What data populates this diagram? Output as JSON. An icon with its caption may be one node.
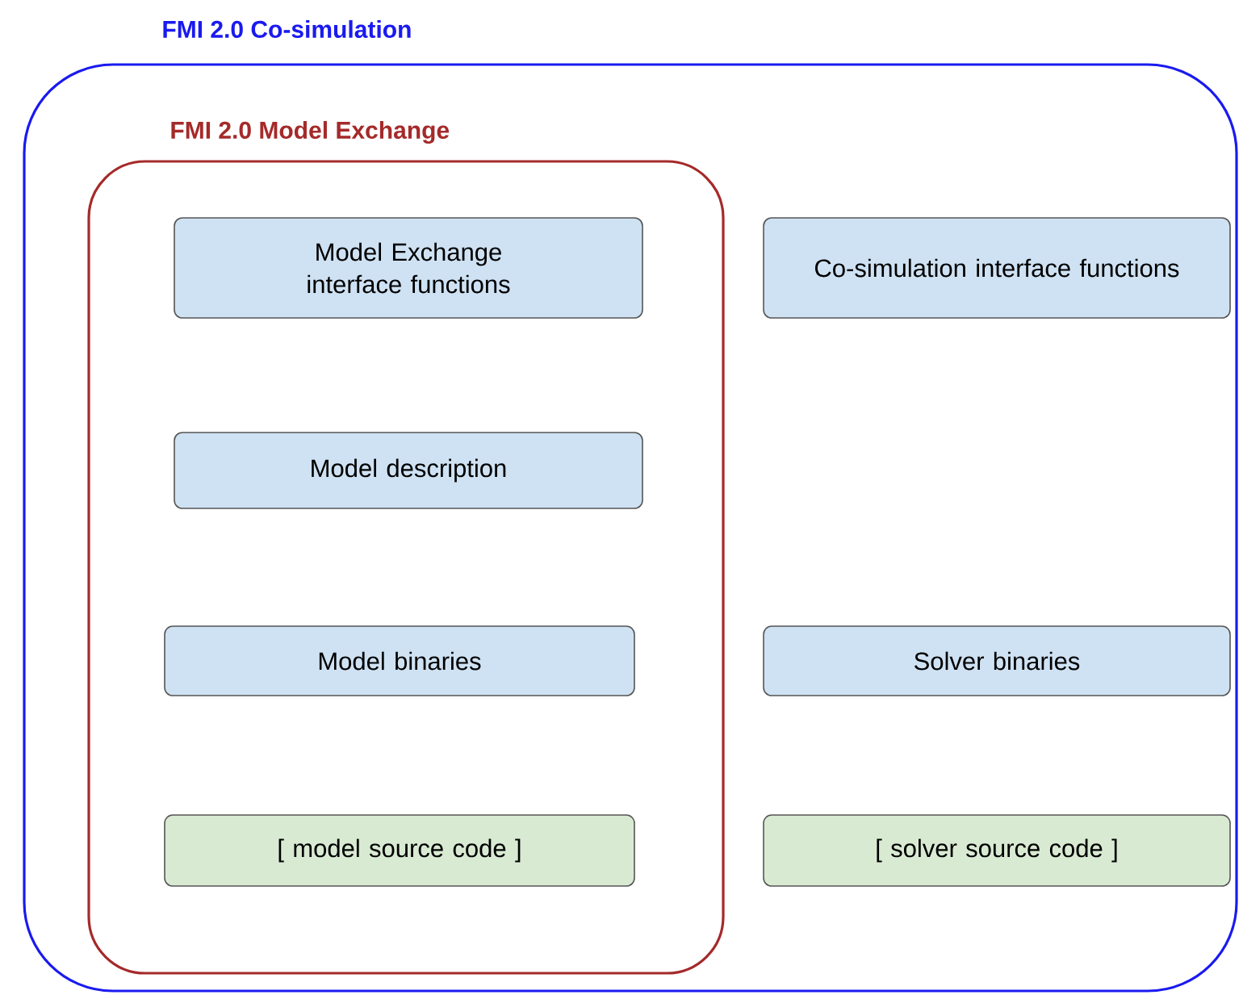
{
  "diagram": {
    "nodes": [
      {
        "text": [
          "FMI 2.0 Co-simulation"
        ]
      },
      {
        "text": [
          "FMI 2.0 Model Exchange"
        ],
        "in": 0
      },
      {
        "text": [
          "Model Exchange interface functions"
        ],
        "in": 1
      },
      {
        "text": [
          "Co-simulation interface functions"
        ],
        "in": 0
      },
      {
        "text": [
          "Model description"
        ],
        "in": 1
      },
      {
        "text": [
          "Model binaries"
        ],
        "in": 1
      },
      {
        "text": [
          "Solver binaries"
        ],
        "in": 0
      },
      {
        "text": [
          "[ model source code ]"
        ],
        "in": 1
      },
      {
        "text": [
          "[ solver source code ]"
        ],
        "in": 0
      }
    ]
  }
}
